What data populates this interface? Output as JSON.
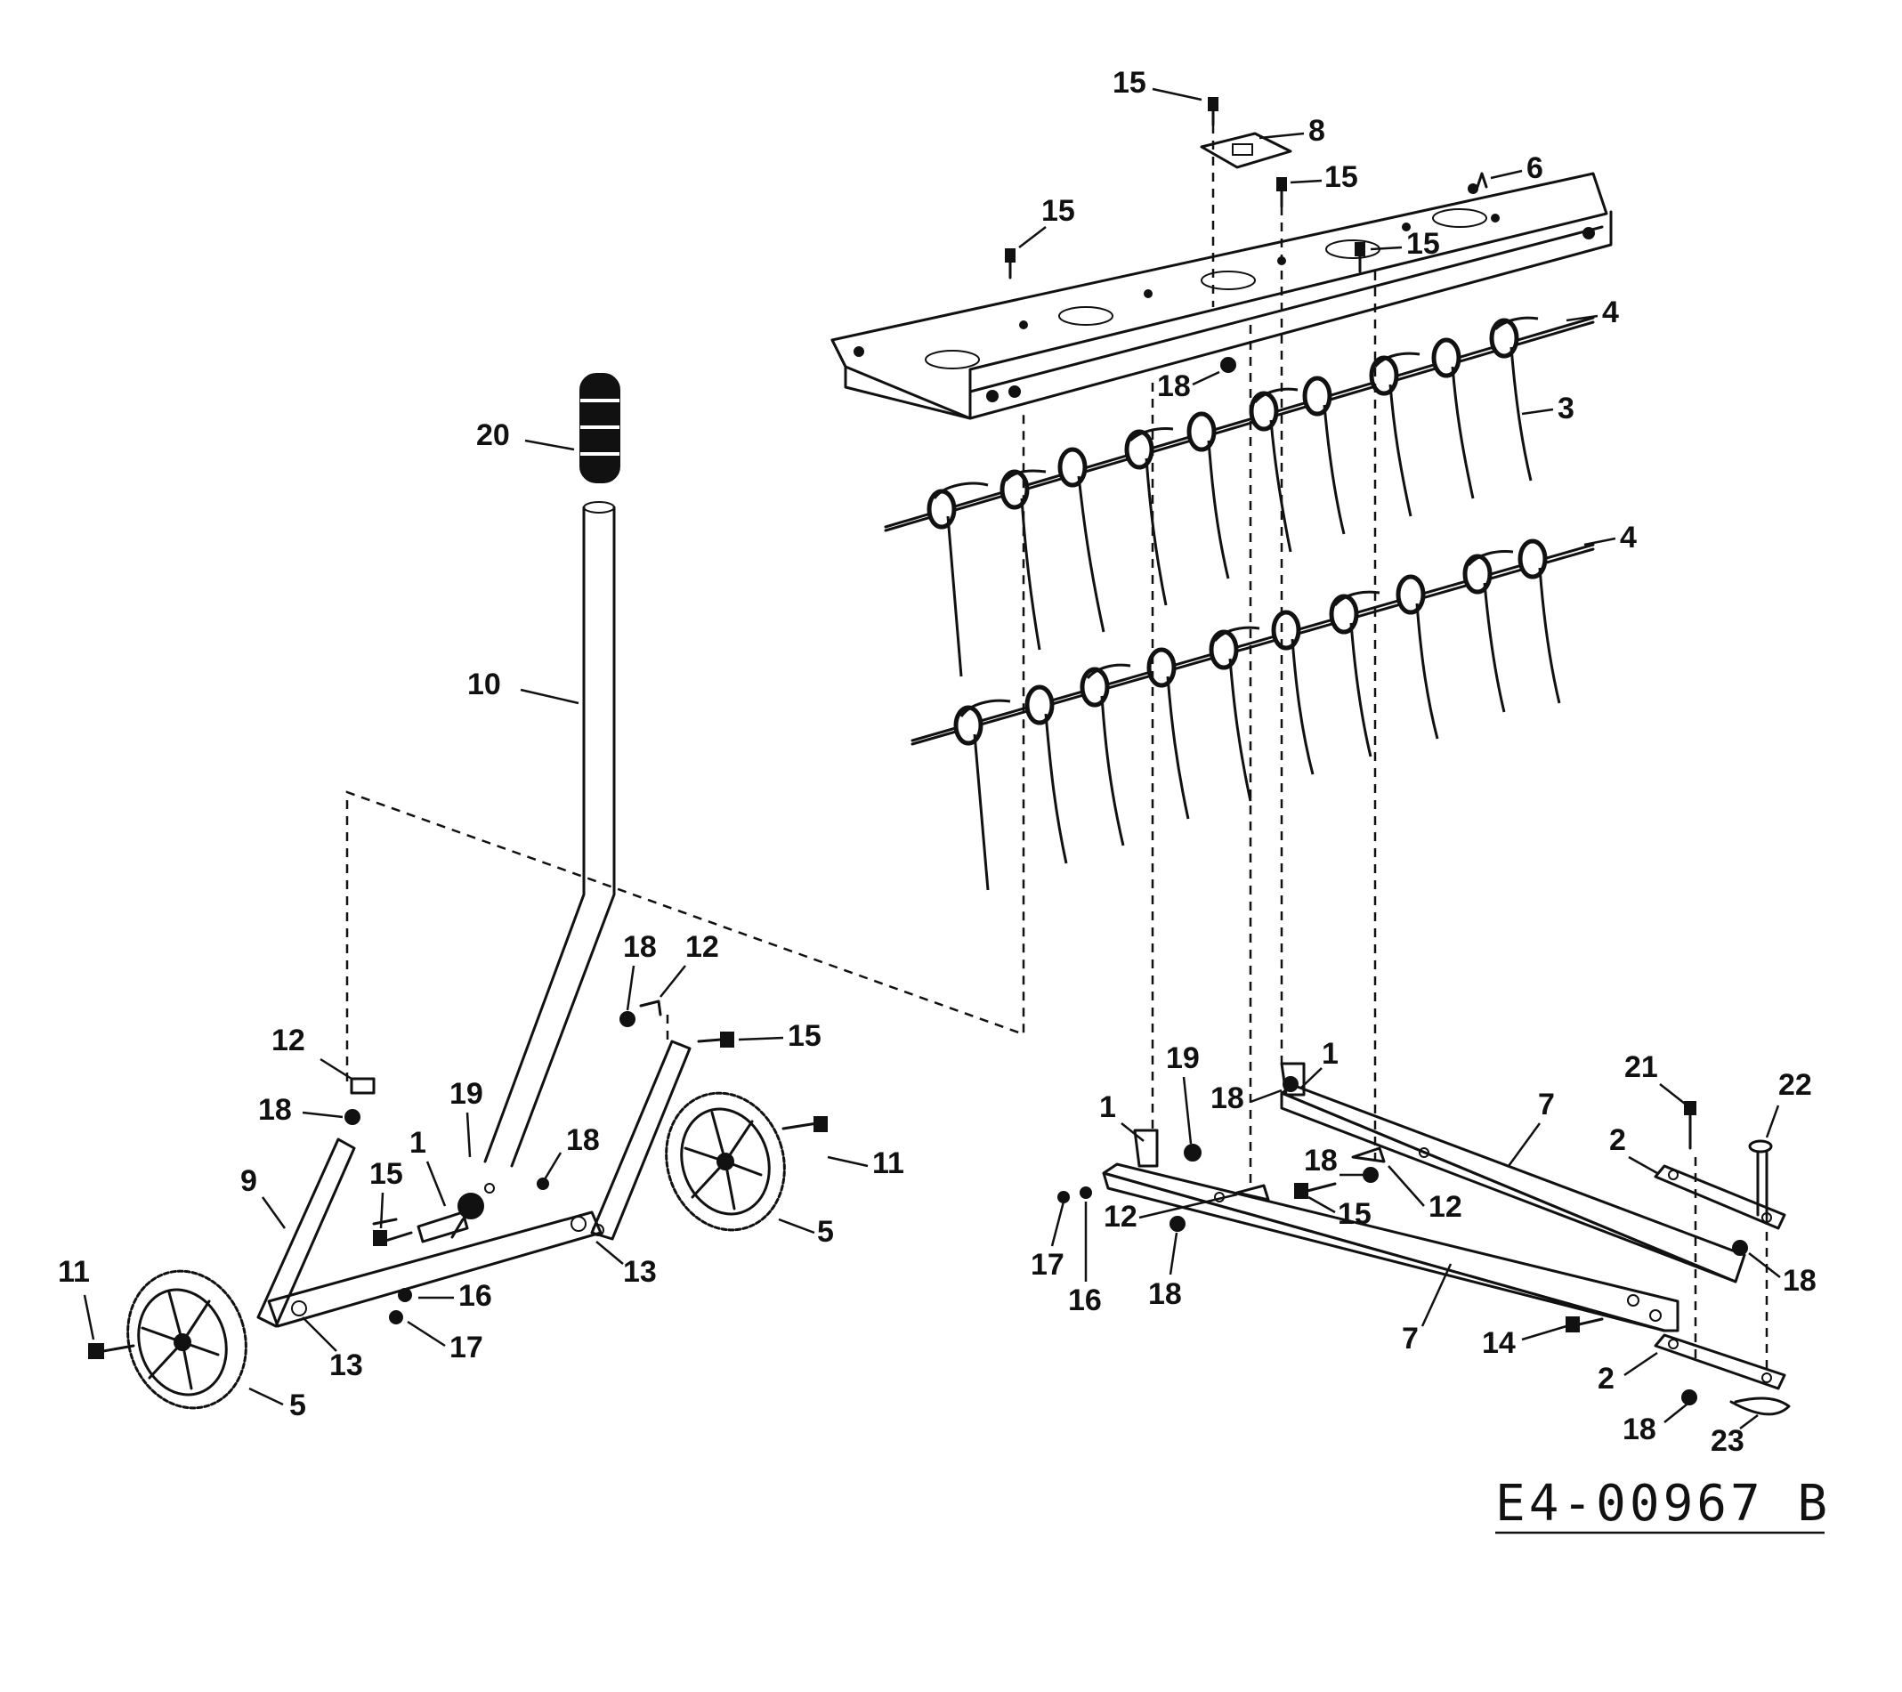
{
  "drawing_number": "E4-00967 B",
  "callouts": {
    "c1_a": "1",
    "c1_b": "1",
    "c1_c": "1",
    "c2_a": "2",
    "c2_b": "2",
    "c3": "3",
    "c4_a": "4",
    "c4_b": "4",
    "c5_a": "5",
    "c5_b": "5",
    "c6": "6",
    "c7_a": "7",
    "c7_b": "7",
    "c8": "8",
    "c9": "9",
    "c10": "10",
    "c11_a": "11",
    "c11_b": "11",
    "c12_a": "12",
    "c12_b": "12",
    "c12_c": "12",
    "c12_d": "12",
    "c13_a": "13",
    "c13_b": "13",
    "c14": "14",
    "c15_a": "15",
    "c15_b": "15",
    "c15_c": "15",
    "c15_d": "15",
    "c15_e": "15",
    "c15_f": "15",
    "c16_a": "16",
    "c16_b": "16",
    "c17_a": "17",
    "c17_b": "17",
    "c18_a": "18",
    "c18_b": "18",
    "c18_c": "18",
    "c18_d": "18",
    "c18_e": "18",
    "c18_f": "18",
    "c18_g": "18",
    "c18_h": "18",
    "c19_a": "19",
    "c19_b": "19",
    "c20": "20",
    "c21": "21",
    "c22": "22",
    "c23": "23"
  }
}
